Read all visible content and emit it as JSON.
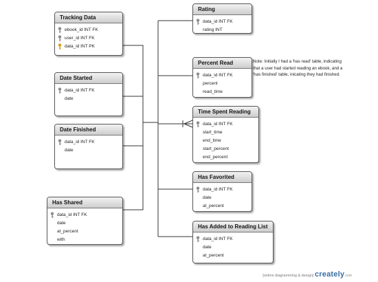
{
  "colors": {
    "key_gray": "#8c8c8c",
    "key_gold": "#d4a017",
    "line": "#333333",
    "brand": "#3a6ea5"
  },
  "entities": [
    {
      "name": "Tracking Data",
      "fields": [
        {
          "text": "ebook_id   INT   FK",
          "key": "gray"
        },
        {
          "text": "user_id   INT   FK",
          "key": "gray"
        },
        {
          "text": "data_id   INT   PK",
          "key": "gold"
        }
      ]
    },
    {
      "name": "Date Started",
      "fields": [
        {
          "text": "data_id   INT   FK",
          "key": "gray"
        },
        {
          "text": "date",
          "key": ""
        }
      ]
    },
    {
      "name": "Date Finished",
      "fields": [
        {
          "text": "data_id   INT   FK",
          "key": "gray"
        },
        {
          "text": "date",
          "key": ""
        }
      ]
    },
    {
      "name": "Has Shared",
      "fields": [
        {
          "text": "data_id   INT   FK",
          "key": "gray"
        },
        {
          "text": "date",
          "key": ""
        },
        {
          "text": "at_percent",
          "key": ""
        },
        {
          "text": "with",
          "key": ""
        }
      ]
    },
    {
      "name": "Rating",
      "fields": [
        {
          "text": "data_id   INT   FK",
          "key": "gray"
        },
        {
          "text": "rating   INT",
          "key": ""
        }
      ]
    },
    {
      "name": "Percent Read",
      "fields": [
        {
          "text": "data_id   INT   FK",
          "key": "gray"
        },
        {
          "text": "percent",
          "key": ""
        },
        {
          "text": "read_time",
          "key": ""
        }
      ]
    },
    {
      "name": "Time Spent Reading",
      "fields": [
        {
          "text": "data_id   INT   FK",
          "key": "gray"
        },
        {
          "text": "start_time",
          "key": ""
        },
        {
          "text": "end_time",
          "key": ""
        },
        {
          "text": "start_percent",
          "key": ""
        },
        {
          "text": "end_percent",
          "key": ""
        }
      ]
    },
    {
      "name": "Has Favorited",
      "fields": [
        {
          "text": "data_id   INT   FK",
          "key": "gray"
        },
        {
          "text": "date",
          "key": ""
        },
        {
          "text": "at_percent",
          "key": ""
        }
      ]
    },
    {
      "name": "Has Added to Reading List",
      "fields": [
        {
          "text": "data_id   INT   FK",
          "key": "gray"
        },
        {
          "text": "date",
          "key": ""
        },
        {
          "text": "at_percent",
          "key": ""
        }
      ]
    }
  ],
  "note": "Note: Initially I had a 'has read' table, indicating that a user had started reading an ebook, and a 'has finished' table, inicating they had finished.",
  "footer": {
    "tagline": "[online diagramming & design]",
    "brand": "creately",
    "suffix": ".com"
  }
}
